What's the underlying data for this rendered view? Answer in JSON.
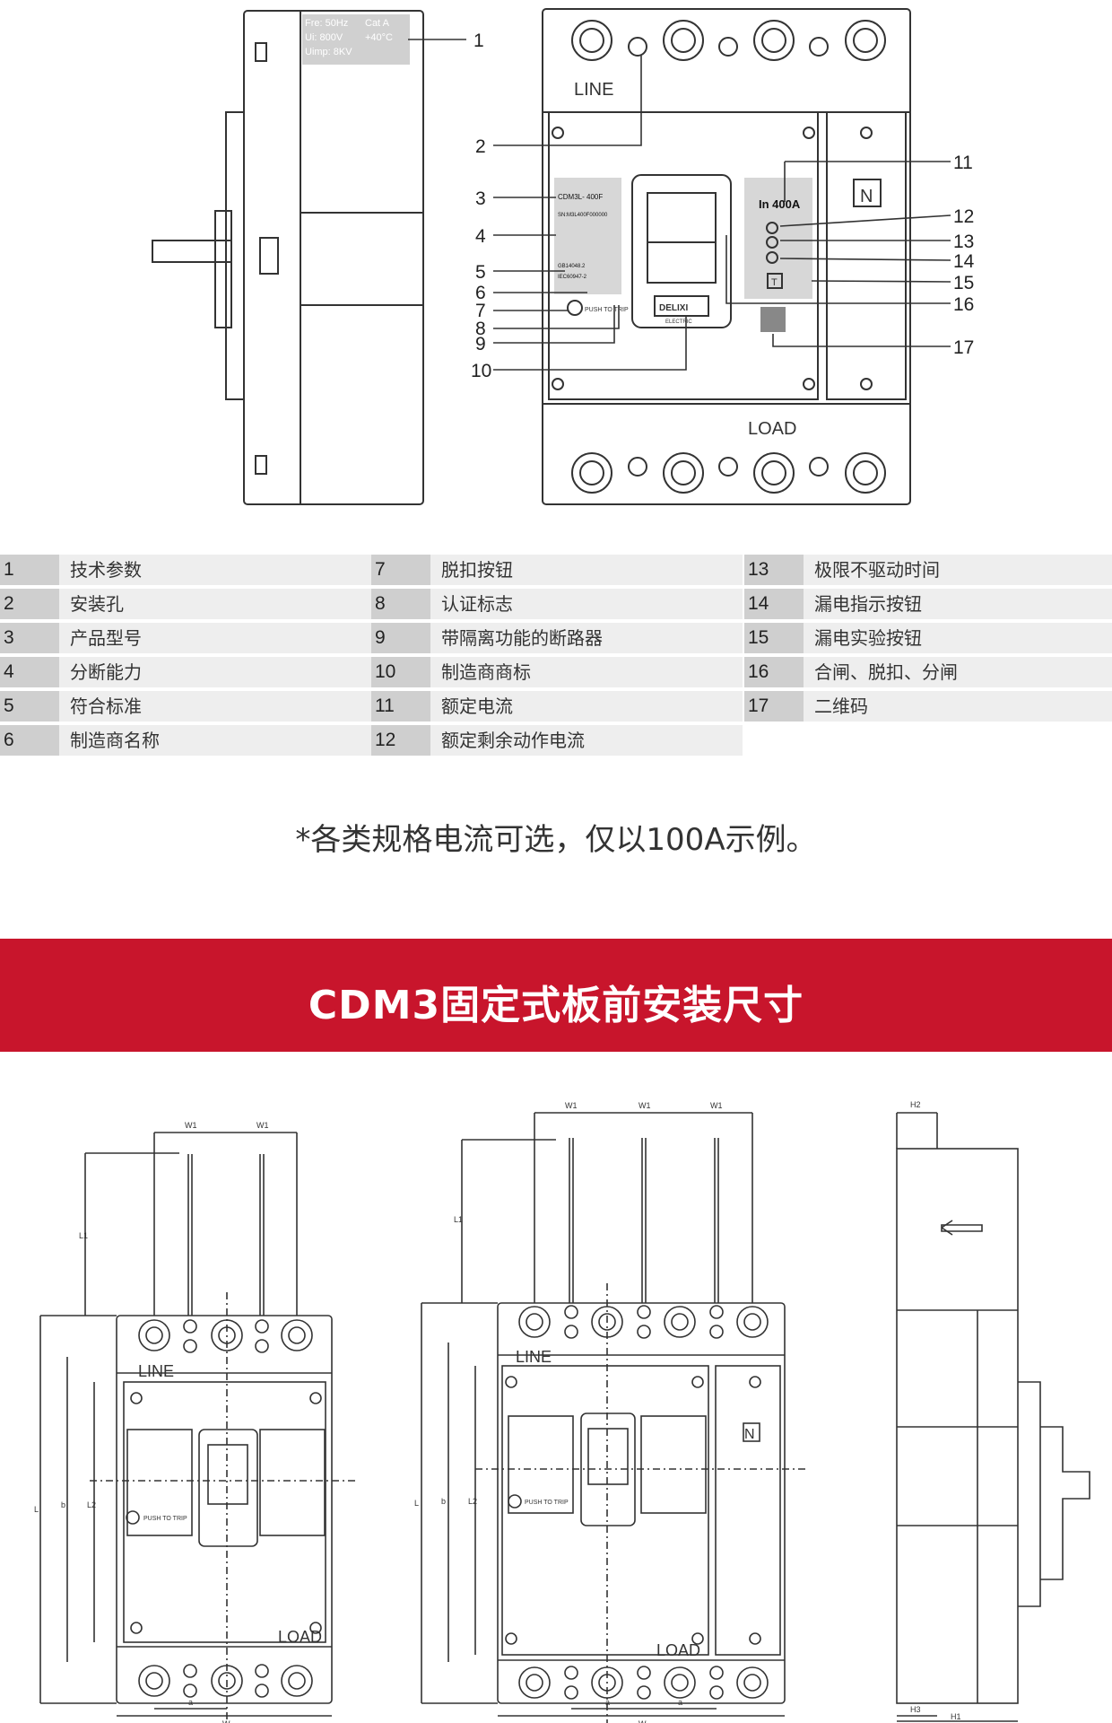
{
  "diagram_top": {
    "side_label": {
      "line1": "Fre: 50Hz",
      "cat": "Cat  A",
      "line2": "Ui: 800V",
      "temp": "+40°C",
      "line3": "Uimp: 8KV"
    },
    "line_label": "LINE",
    "load_label": "LOAD",
    "nameplate": {
      "model": "CDM3L- 400F",
      "serial": "SN:M3L400F000000",
      "std1": "GB14048.2",
      "std2": "IEC60947-2"
    },
    "rating": "In 400A",
    "n_label": "N",
    "t_label": "T",
    "push_to_trip": "PUSH TO TRIP",
    "brand": "DELIXI",
    "brand_sub": "ELECTRIC",
    "callouts": [
      "1",
      "2",
      "3",
      "4",
      "5",
      "6",
      "7",
      "8",
      "9",
      "10",
      "11",
      "12",
      "13",
      "14",
      "15",
      "16",
      "17"
    ]
  },
  "legend": [
    {
      "num": "1",
      "text": "技术参数"
    },
    {
      "num": "2",
      "text": "安装孔"
    },
    {
      "num": "3",
      "text": "产品型号"
    },
    {
      "num": "4",
      "text": "分断能力"
    },
    {
      "num": "5",
      "text": "符合标准"
    },
    {
      "num": "6",
      "text": "制造商名称"
    },
    {
      "num": "7",
      "text": "脱扣按钮"
    },
    {
      "num": "8",
      "text": "认证标志"
    },
    {
      "num": "9",
      "text": "带隔离功能的断路器"
    },
    {
      "num": "10",
      "text": "制造商商标"
    },
    {
      "num": "11",
      "text": "额定电流"
    },
    {
      "num": "12",
      "text": "额定剩余动作电流"
    },
    {
      "num": "13",
      "text": "极限不驱动时间"
    },
    {
      "num": "14",
      "text": "漏电指示按钮"
    },
    {
      "num": "15",
      "text": "漏电实验按钮"
    },
    {
      "num": "16",
      "text": "合闸、脱扣、分闸"
    },
    {
      "num": "17",
      "text": "二维码"
    }
  ],
  "note": "*各类规格电流可选，仅以100A示例。",
  "banner_title": "CDM3固定式板前安装尺寸",
  "dims": {
    "w1": "W1",
    "l1": "L1",
    "l": "L",
    "b": "b",
    "l2": "L2",
    "a": "a",
    "w": "W",
    "h1": "H1",
    "h2": "H2",
    "h3": "H3"
  },
  "colors": {
    "banner": "#c8152c",
    "num_cell": "#cfcfcf",
    "text_cell": "#eeeeee"
  }
}
